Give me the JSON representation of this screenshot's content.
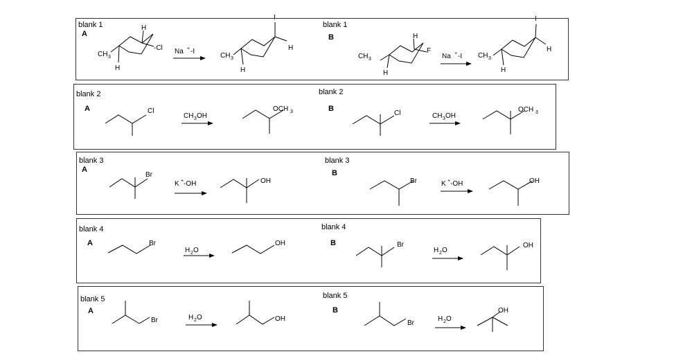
{
  "labels": {
    "blank1": "blank 1",
    "blank2": "blank 2",
    "blank3": "blank 3",
    "blank4": "blank 4",
    "blank5": "blank 5",
    "a": "A",
    "b": "B"
  },
  "atoms": {
    "ch3": "CH",
    "sub3": "3",
    "h": "H",
    "cl": "Cl",
    "f": "F",
    "i": "I",
    "br": "Br",
    "oh": "OH",
    "och3": "OCH",
    "cl_dash": "-Cl"
  },
  "reagents": {
    "nai_na": "Na",
    "nai_plus": "+",
    "nai_i": "-I",
    "ch3oh_ch": "CH",
    "ch3oh_sub": "3",
    "ch3oh_oh": "OH",
    "koh_k": "K",
    "koh_plus": "+",
    "koh_oh": " -OH",
    "h2o_h": "H",
    "h2o_sub": "2",
    "h2o_o": "O"
  }
}
